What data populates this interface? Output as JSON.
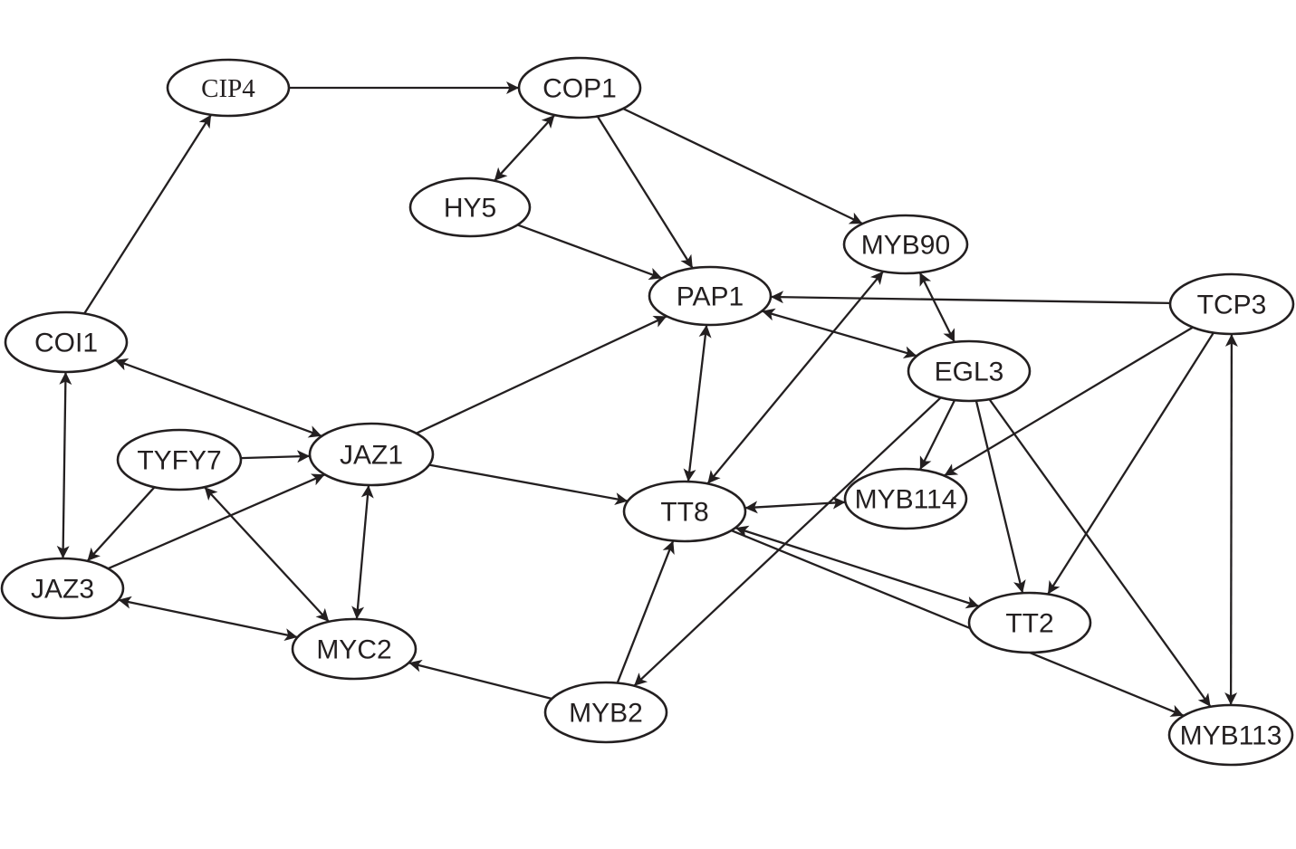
{
  "diagram": {
    "colors": {
      "line": "#231f20",
      "node_fill": "#ffffff",
      "background": "#ffffff"
    },
    "nodes": [
      {
        "id": "CIP4",
        "label": "CIP4",
        "serif": true
      },
      {
        "id": "COP1",
        "label": "COP1"
      },
      {
        "id": "HY5",
        "label": "HY5"
      },
      {
        "id": "MYB90",
        "label": "MYB90"
      },
      {
        "id": "PAP1",
        "label": "PAP1"
      },
      {
        "id": "TCP3",
        "label": "TCP3"
      },
      {
        "id": "COI1",
        "label": "COI1"
      },
      {
        "id": "EGL3",
        "label": "EGL3"
      },
      {
        "id": "TYFY7",
        "label": "TYFY7"
      },
      {
        "id": "JAZ1",
        "label": "JAZ1"
      },
      {
        "id": "TT8",
        "label": "TT8"
      },
      {
        "id": "MYB114",
        "label": "MYB114"
      },
      {
        "id": "JAZ3",
        "label": "JAZ3"
      },
      {
        "id": "TT2",
        "label": "TT2"
      },
      {
        "id": "MYC2",
        "label": "MYC2"
      },
      {
        "id": "MYB2",
        "label": "MYB2"
      },
      {
        "id": "MYB113",
        "label": "MYB113"
      }
    ],
    "edges": [
      {
        "from": "COI1",
        "to": "CIP4",
        "type": "directed"
      },
      {
        "from": "CIP4",
        "to": "COP1",
        "type": "directed"
      },
      {
        "from": "COP1",
        "to": "HY5",
        "type": "bidirectional"
      },
      {
        "from": "COP1",
        "to": "PAP1",
        "type": "directed"
      },
      {
        "from": "COP1",
        "to": "MYB90",
        "type": "directed"
      },
      {
        "from": "HY5",
        "to": "PAP1",
        "type": "directed"
      },
      {
        "from": "TCP3",
        "to": "PAP1",
        "type": "directed"
      },
      {
        "from": "MYB90",
        "to": "EGL3",
        "type": "bidirectional"
      },
      {
        "from": "MYB90",
        "to": "TT8",
        "type": "bidirectional"
      },
      {
        "from": "PAP1",
        "to": "EGL3",
        "type": "bidirectional"
      },
      {
        "from": "PAP1",
        "to": "TT8",
        "type": "bidirectional"
      },
      {
        "from": "JAZ1",
        "to": "PAP1",
        "type": "directed"
      },
      {
        "from": "COI1",
        "to": "JAZ1",
        "type": "bidirectional"
      },
      {
        "from": "COI1",
        "to": "JAZ3",
        "type": "bidirectional"
      },
      {
        "from": "TYFY7",
        "to": "JAZ1",
        "type": "directed"
      },
      {
        "from": "TYFY7",
        "to": "JAZ3",
        "type": "directed"
      },
      {
        "from": "TYFY7",
        "to": "MYC2",
        "type": "bidirectional"
      },
      {
        "from": "JAZ3",
        "to": "JAZ1",
        "type": "directed"
      },
      {
        "from": "JAZ1",
        "to": "MYC2",
        "type": "bidirectional"
      },
      {
        "from": "JAZ3",
        "to": "MYC2",
        "type": "bidirectional"
      },
      {
        "from": "JAZ1",
        "to": "TT8",
        "type": "directed"
      },
      {
        "from": "MYB2",
        "to": "MYC2",
        "type": "directed"
      },
      {
        "from": "MYB2",
        "to": "TT8",
        "type": "directed"
      },
      {
        "from": "EGL3",
        "to": "MYB2",
        "type": "directed"
      },
      {
        "from": "EGL3",
        "to": "MYB114",
        "type": "directed"
      },
      {
        "from": "EGL3",
        "to": "TT2",
        "type": "directed"
      },
      {
        "from": "EGL3",
        "to": "MYB113",
        "type": "directed"
      },
      {
        "from": "TT8",
        "to": "MYB114",
        "type": "bidirectional"
      },
      {
        "from": "TT8",
        "to": "TT2",
        "type": "bidirectional"
      },
      {
        "from": "TT8",
        "to": "MYB113",
        "type": "directed"
      },
      {
        "from": "TCP3",
        "to": "MYB114",
        "type": "directed"
      },
      {
        "from": "TCP3",
        "to": "TT2",
        "type": "directed"
      },
      {
        "from": "TCP3",
        "to": "MYB113",
        "type": "bidirectional"
      }
    ]
  }
}
